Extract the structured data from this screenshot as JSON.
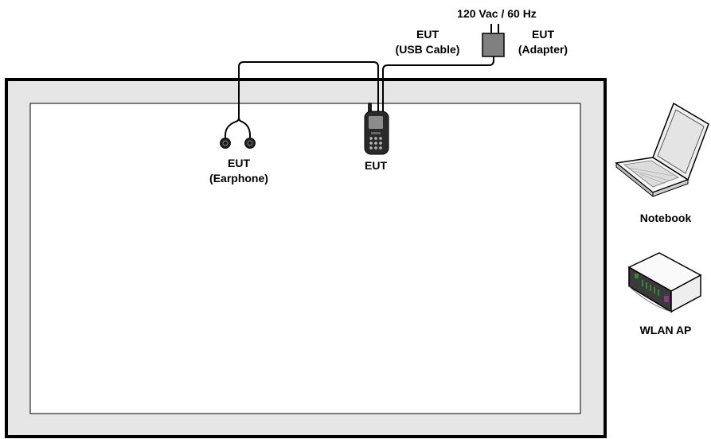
{
  "labels": {
    "power": "120 Vac / 60 Hz",
    "usb_cable_line1": "EUT",
    "usb_cable_line2": "(USB Cable)",
    "adapter_line1": "EUT",
    "adapter_line2": "(Adapter)",
    "earphone_line1": "EUT",
    "earphone_line2": "(Earphone)",
    "phone": "EUT",
    "notebook": "Notebook",
    "wlan_ap": "WLAN AP"
  },
  "colors": {
    "chamber_border": "#000000",
    "chamber_fill": "#e6e6e6",
    "inner_fill": "#ffffff",
    "adapter": "#808080",
    "device_dark": "#333333",
    "router_led": "#2e8b2e",
    "router_accent": "#8a3a8a"
  },
  "icons": [
    "earphone-icon",
    "phone-icon",
    "adapter-icon",
    "laptop-icon",
    "router-icon"
  ]
}
